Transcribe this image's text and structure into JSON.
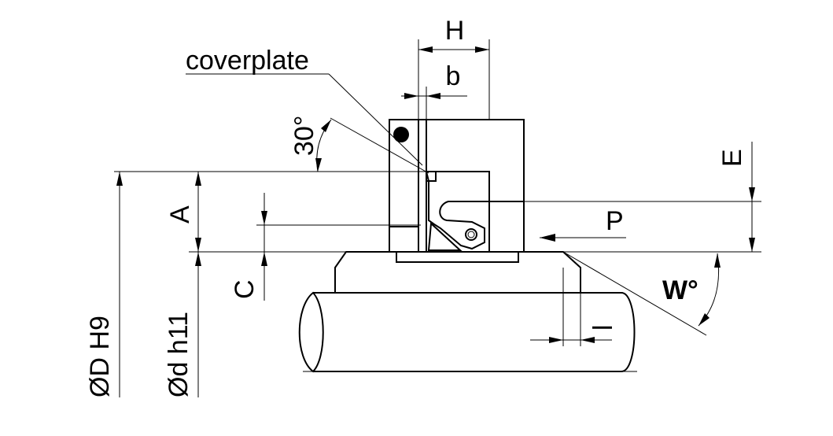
{
  "labels": {
    "H": "H",
    "b": "b",
    "coverplate": "coverplate",
    "angle30": "30°",
    "E": "E",
    "A": "A",
    "P": "P",
    "C": "C",
    "W": "W°",
    "l": "l",
    "D": "ØD H9",
    "d": "Ød h11"
  },
  "colors": {
    "line": "#000000",
    "background": "#ffffff"
  }
}
